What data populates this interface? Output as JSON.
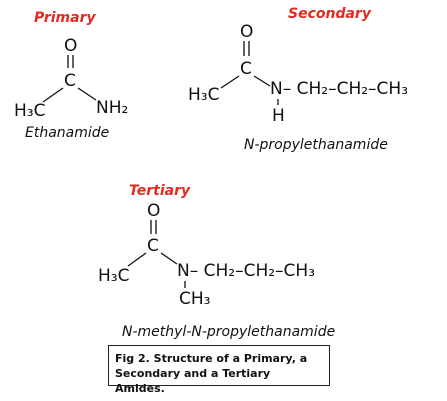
{
  "colors": {
    "label": "#e02b20",
    "ink": "#111111"
  },
  "molecules": {
    "primary": {
      "category": "Primary",
      "oxygen": "O",
      "carbon": "C",
      "methyl": "H₃C",
      "amine": "NH₂",
      "name": "Ethanamide"
    },
    "secondary": {
      "category": "Secondary",
      "oxygen": "O",
      "carbon": "C",
      "methyl": "H₃C",
      "chain": "N– CH₂–CH₂–CH₃",
      "hydrogen": "H",
      "name": "N-propylethanamide"
    },
    "tertiary": {
      "category": "Tertiary",
      "oxygen": "O",
      "carbon": "C",
      "methyl": "H₃C",
      "chain": "N– CH₂–CH₂–CH₃",
      "n_methyl": "CH₃",
      "name": "N-methyl-N-propylethanamide"
    }
  },
  "caption": "Fig 2. Structure of a Primary, a Secondary and a Tertiary Amides."
}
